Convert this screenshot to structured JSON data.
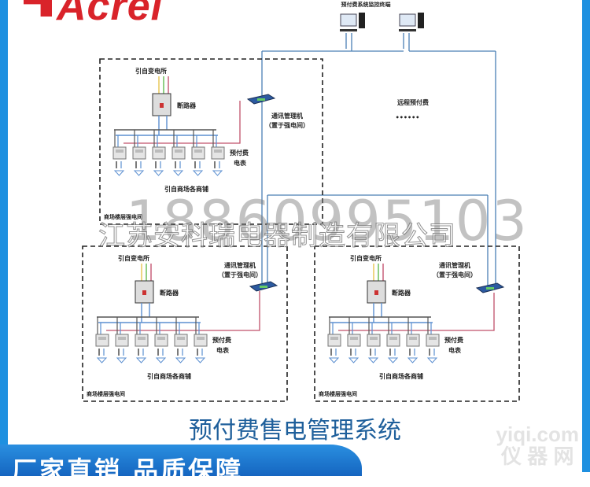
{
  "brand": {
    "logo_text": "Acrel"
  },
  "header": {
    "monitor_label": "预付费系统监控终端"
  },
  "network": {
    "remote_label": "远程预付费",
    "more_dots": "••••••"
  },
  "zone": {
    "source_label": "引自变电所",
    "breaker_label": "断路器",
    "meter_label_1": "预付费",
    "meter_label_2": "电表",
    "shops_label": "引自商场各商铺",
    "room_label": "商场楼层强电间",
    "comm_label_1": "通讯管理机",
    "comm_label_2": "（置于强电间）"
  },
  "title": "预付费售电管理系统",
  "watermark": {
    "phone": "18860995103",
    "company": "江苏安科瑞电器制造有限公司",
    "site": "yiqi.com",
    "site_cn": "仪 器 网"
  },
  "banner": {
    "text": "厂家直销 品质保障"
  },
  "colors": {
    "side": "#1e90e0",
    "title": "#1e5f9b",
    "network_line": "#4a7fb5",
    "rs485_line": "#c0506a",
    "logo": "#d9232a"
  }
}
